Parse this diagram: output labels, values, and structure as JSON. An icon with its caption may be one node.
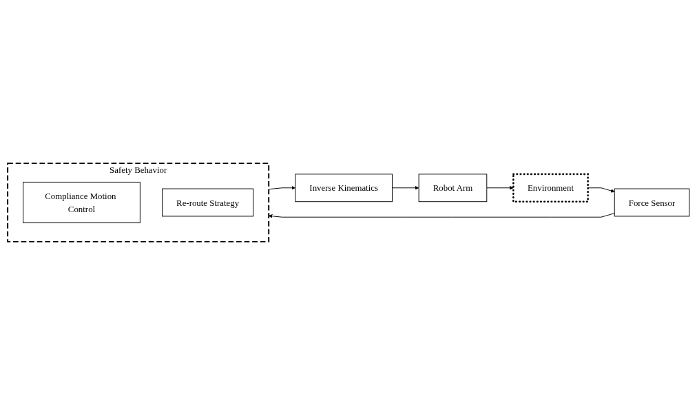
{
  "diagram": {
    "nodes": [
      {
        "text": [
          "Force Sensor"
        ]
      },
      {
        "text": [
          "Safety Behavior"
        ]
      },
      {
        "text": [
          "Compliance Motion Control"
        ],
        "in": 1
      },
      {
        "text": [
          "Re-route Strategy"
        ],
        "in": 1
      },
      {
        "text": [
          "Inverse Kinematics"
        ]
      },
      {
        "text": [
          "Robot Arm"
        ]
      },
      {
        "text": [
          "Environment"
        ]
      }
    ],
    "edges": [
      {
        "from": 0,
        "to": 1,
        "arrow": "to"
      },
      {
        "from": 1,
        "to": 4,
        "arrow": "to"
      },
      {
        "from": 4,
        "to": 5,
        "arrow": "to"
      },
      {
        "from": 5,
        "to": 6,
        "arrow": "to"
      },
      {
        "from": 6,
        "to": 0,
        "arrow": "to"
      }
    ]
  }
}
